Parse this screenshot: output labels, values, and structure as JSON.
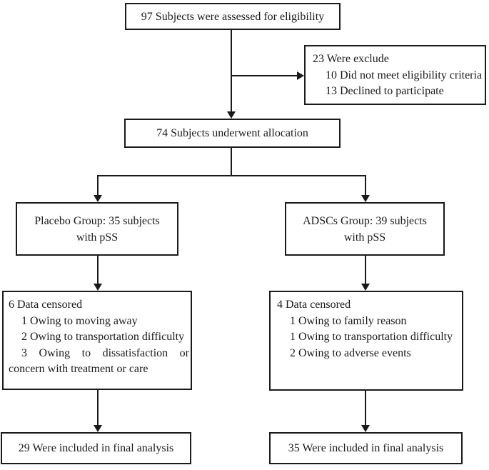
{
  "flow": {
    "eligibility": {
      "text": "97 Subjects were assessed for eligibility"
    },
    "excluded": {
      "title": "23 Were exclude",
      "items": [
        "10 Did not meet eligibility criteria",
        "13 Declined to participate"
      ]
    },
    "allocation": {
      "text": "74 Subjects underwent allocation"
    },
    "placebo_group": {
      "line1": "Placebo Group: 35 subjects",
      "line2": "with pSS"
    },
    "adscs_group": {
      "line1": "ADSCs Group: 39 subjects",
      "line2": "with pSS"
    },
    "placebo_censored": {
      "title": "6 Data censored",
      "items": [
        "1 Owing to moving away",
        "2 Owing to transportation difficulty",
        "3 Owing to dissatisfaction or concern with treatment or care"
      ]
    },
    "adscs_censored": {
      "title": "4 Data censored",
      "items": [
        "1 Owing to family reason",
        "1 Owing to transportation difficulty",
        "2 Owing to adverse events"
      ]
    },
    "placebo_final": {
      "text": "29 Were included in final analysis"
    },
    "adscs_final": {
      "text": "35 Were included in final analysis"
    }
  },
  "colors": {
    "line": "#1a1a1a",
    "text": "#1a1a1a",
    "background": "#ffffff"
  }
}
